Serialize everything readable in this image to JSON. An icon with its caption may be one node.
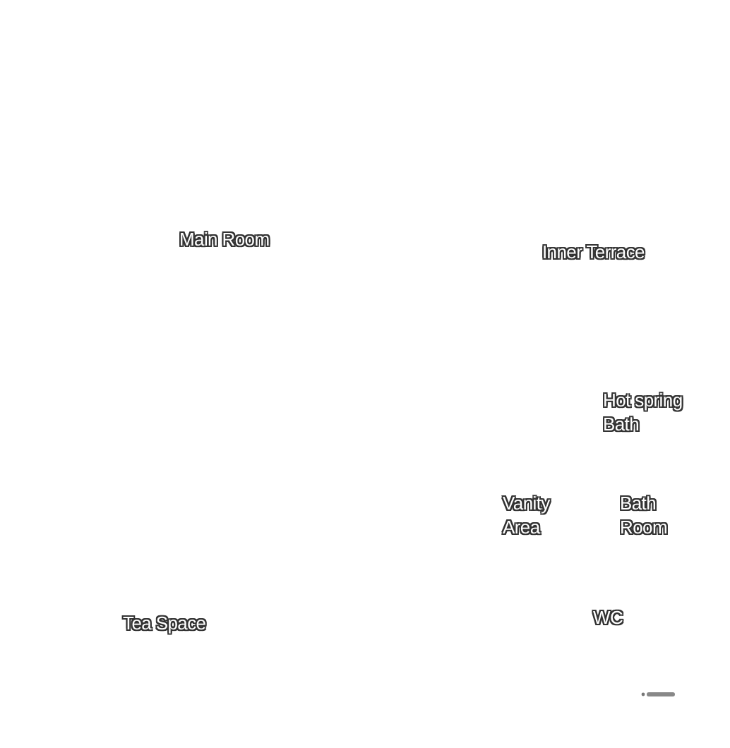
{
  "diagram": {
    "labels": [
      "Main Room",
      "Inner Terrace",
      "Hot spring Bath",
      "Vanity Area",
      "Bath Room",
      "Tea Space",
      "WC"
    ]
  }
}
